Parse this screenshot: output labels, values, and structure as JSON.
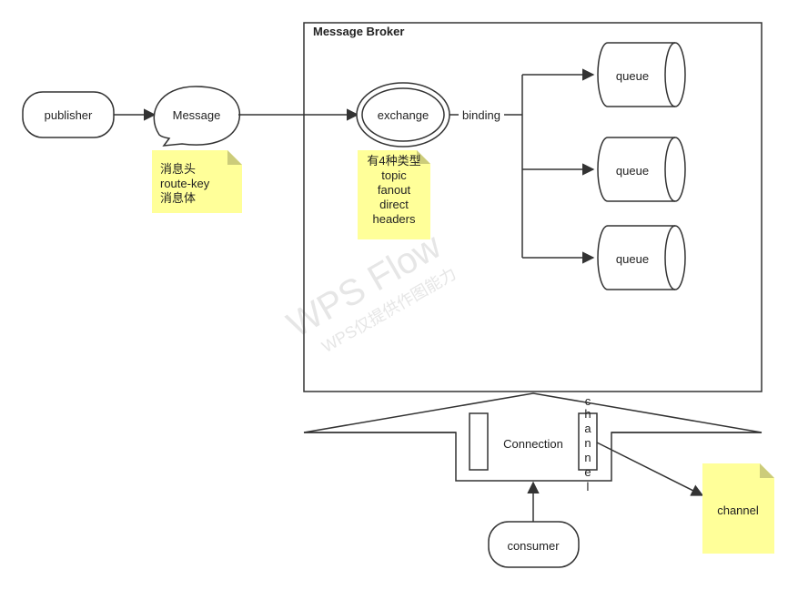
{
  "diagram": {
    "broker_title": "Message Broker",
    "publisher": "publisher",
    "message": "Message",
    "exchange": "exchange",
    "binding": "binding",
    "queues": [
      "queue",
      "queue",
      "queue"
    ],
    "connection": "Connection",
    "channel_vertical": [
      "c",
      "h",
      "a",
      "n",
      "n",
      "e",
      "l"
    ],
    "channel_note": "channel",
    "consumer": "consumer",
    "message_note": [
      "消息头",
      "route-key",
      "消息体"
    ],
    "exchange_note": [
      "有4种类型",
      "topic",
      "fanout",
      "direct",
      "headers"
    ],
    "watermark_main": "WPS Flow",
    "watermark_sub": "WPS仅提供作图能力"
  },
  "colors": {
    "note_fill": "#ffff99",
    "note_fold": "#cccc7a",
    "stroke": "#333333"
  }
}
